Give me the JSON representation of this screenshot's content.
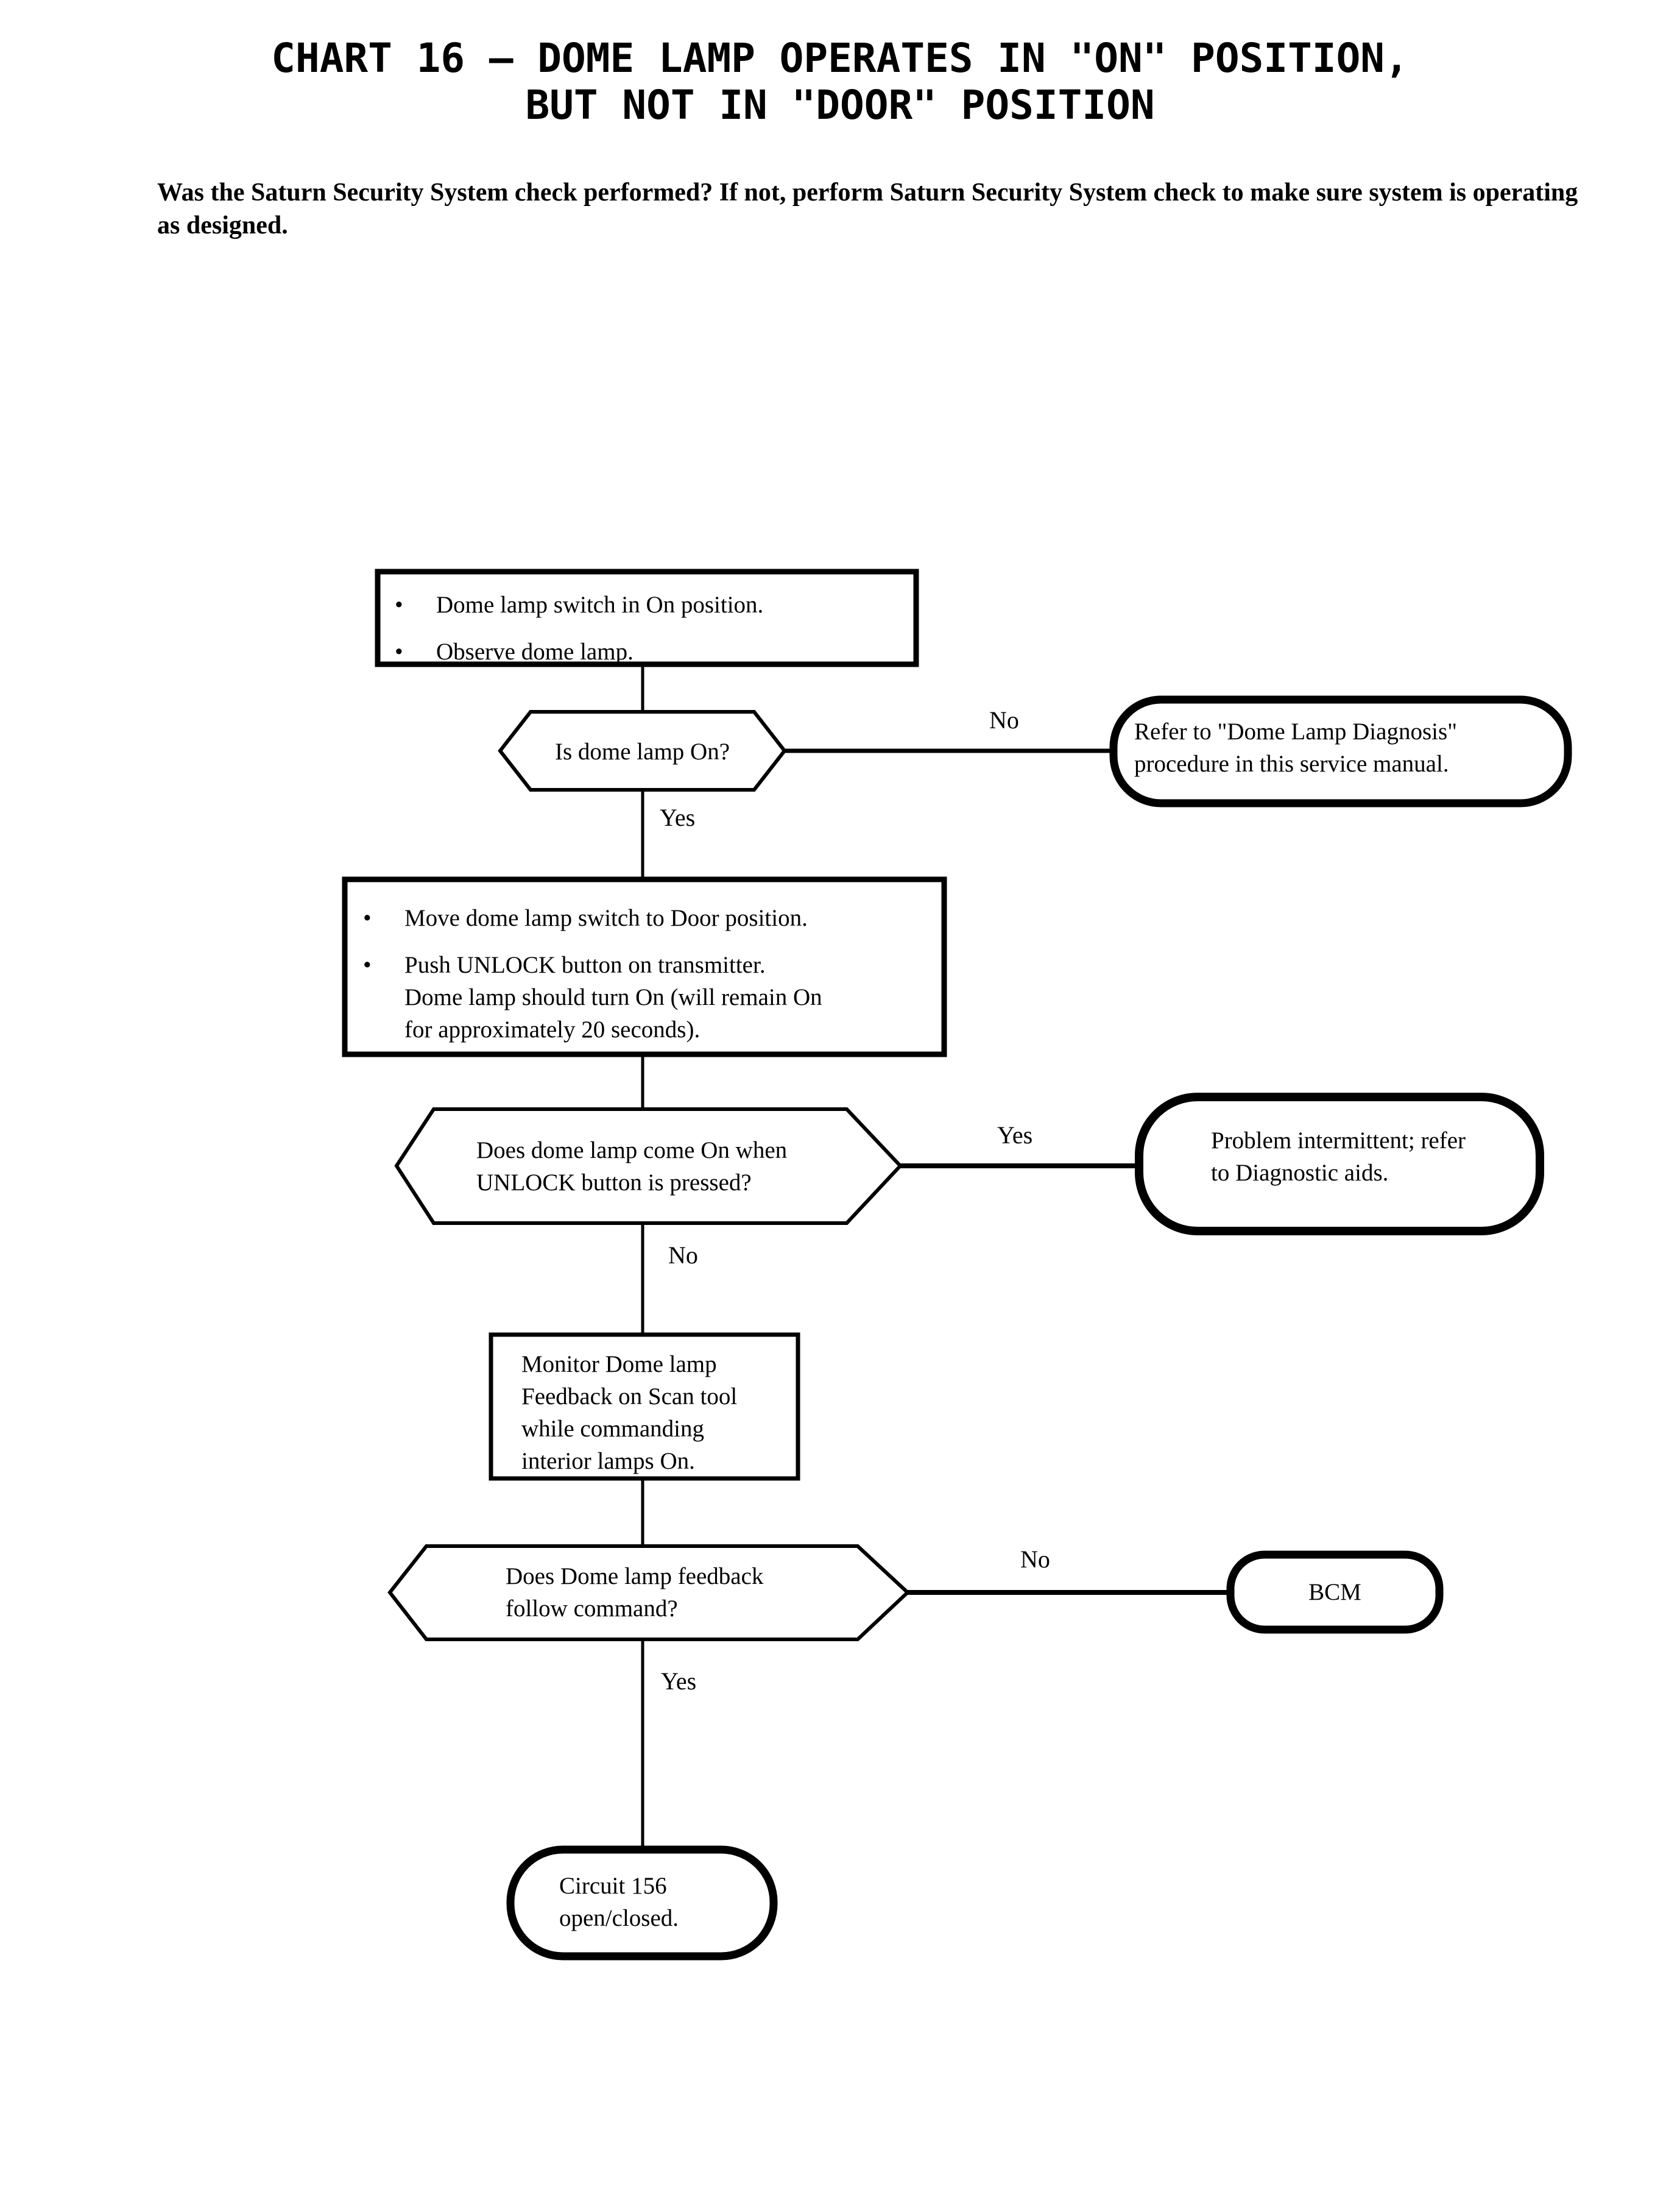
{
  "header": {
    "title": "CHART 16 – DOME LAMP OPERATES IN \"ON\" POSITION,\nBUT NOT IN \"DOOR\" POSITION",
    "subtitle": "Was the Saturn Security System check performed? If not, perform Saturn Security System check to make sure system is operating as designed."
  },
  "flow": {
    "process1": {
      "bullets": [
        [
          "Dome lamp switch in On position."
        ],
        [
          "Observe dome lamp."
        ]
      ],
      "bullet_glyph": "•"
    },
    "decision1": {
      "lines": [
        "Is dome lamp On?"
      ]
    },
    "terminal1": {
      "lines": [
        "Refer to \"Dome Lamp Diagnosis\"",
        "procedure in this service manual."
      ]
    },
    "process2": {
      "bullets": [
        [
          "Move dome lamp switch to Door position."
        ],
        [
          "Push UNLOCK button on transmitter.",
          "Dome lamp should turn On (will remain On",
          "for approximately 20 seconds)."
        ]
      ],
      "bullet_glyph": "•"
    },
    "decision2": {
      "lines": [
        "Does dome lamp come On when",
        "UNLOCK button is pressed?"
      ]
    },
    "terminal2": {
      "lines": [
        "Problem intermittent; refer",
        "to Diagnostic aids."
      ]
    },
    "process3": {
      "lines": [
        "Monitor Dome lamp",
        "Feedback on Scan tool",
        "while commanding",
        "interior lamps On."
      ]
    },
    "decision3": {
      "lines": [
        "Does Dome lamp feedback",
        "follow command?"
      ]
    },
    "terminal3": {
      "lines": [
        "BCM"
      ]
    },
    "terminal4": {
      "lines": [
        "Circuit 156",
        "open/closed."
      ]
    },
    "edge_labels": {
      "d1_no": "No",
      "d1_yes": "Yes",
      "d2_yes": "Yes",
      "d2_no": "No",
      "d3_no": "No",
      "d3_yes": "Yes"
    }
  },
  "colors": {
    "ink": "#000000",
    "paper": "#ffffff"
  }
}
